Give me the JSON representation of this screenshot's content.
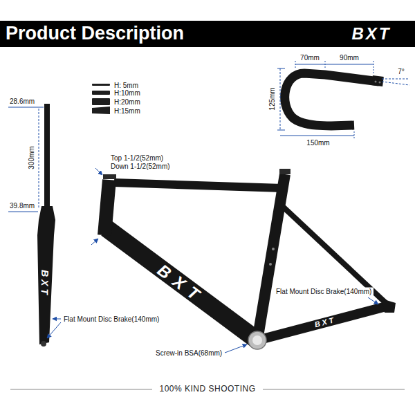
{
  "diagram": {
    "title": "Product Description",
    "caption": "100% KIND SHOOTING",
    "labels": [
      "BXT",
      "70mm",
      "90mm",
      "7°",
      "125mm",
      "150mm",
      "H: 5mm",
      "H:10mm",
      "H:20mm",
      "H:15mm",
      "28.6mm",
      "300mm",
      "39.8mm",
      "Top 1-1/2(52mm)",
      "Down 1-1/2(52mm)",
      "Flat Mount Disc Brake(140mm)",
      "Flat Mount Disc Brake(140mm)",
      "Screw-in BSA(68mm)",
      "BXT",
      "BXT",
      "BXT"
    ]
  }
}
